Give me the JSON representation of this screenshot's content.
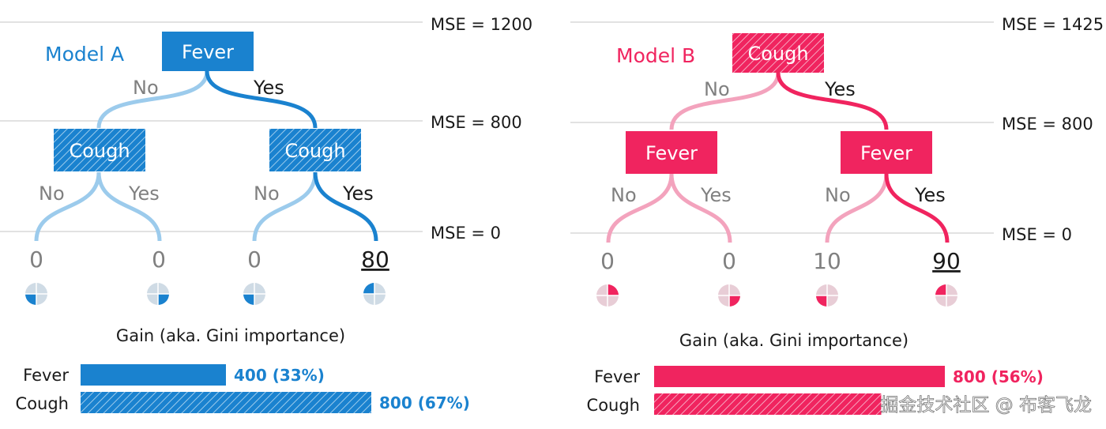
{
  "colors": {
    "blue": "#1a82cf",
    "blue_light": "#9ccbec",
    "pink": "#f0245f",
    "pink_light": "#f3a3bd",
    "gray_text": "#808080",
    "dark_text": "#1a1a1a",
    "guide_line": "#d0d0d0"
  },
  "model_a": {
    "title": "Model A",
    "root": {
      "label": "Fever",
      "fill": "solid",
      "left_branch": "No",
      "right_branch": "Yes"
    },
    "children": [
      {
        "label": "Cough",
        "fill": "hatched",
        "left_branch": "No",
        "right_branch": "Yes"
      },
      {
        "label": "Cough",
        "fill": "hatched",
        "left_branch": "No",
        "right_branch": "Yes"
      }
    ],
    "leaves": [
      "0",
      "0",
      "0",
      "80"
    ],
    "highlighted_leaf": 3,
    "quadrant_highlight": [
      "bottom-left",
      "bottom-right",
      "bottom-left",
      "top-left"
    ],
    "mse_labels": [
      "MSE = 1200",
      "MSE = 800",
      "MSE = 0"
    ],
    "gain_title": "Gain (aka. Gini importance)",
    "gain": [
      {
        "feature": "Fever",
        "value": 400,
        "label": "400 (33%)",
        "fill": "solid"
      },
      {
        "feature": "Cough",
        "value": 800,
        "label": "800 (67%)",
        "fill": "hatched"
      }
    ]
  },
  "model_b": {
    "title": "Model B",
    "root": {
      "label": "Cough",
      "fill": "hatched",
      "left_branch": "No",
      "right_branch": "Yes"
    },
    "children": [
      {
        "label": "Fever",
        "fill": "solid",
        "left_branch": "No",
        "right_branch": "Yes"
      },
      {
        "label": "Fever",
        "fill": "solid",
        "left_branch": "No",
        "right_branch": "Yes"
      }
    ],
    "leaves": [
      "0",
      "0",
      "10",
      "90"
    ],
    "highlighted_leaf": 3,
    "quadrant_highlight": [
      "top-right",
      "bottom-right",
      "bottom-left",
      "top-left"
    ],
    "mse_labels": [
      "MSE = 1425",
      "MSE = 800",
      "MSE = 0"
    ],
    "gain_title": "Gain (aka. Gini importance)",
    "gain": [
      {
        "feature": "Fever",
        "value": 800,
        "label": "800 (56%)",
        "fill": "solid"
      },
      {
        "feature": "Cough",
        "value": 625,
        "label": "",
        "fill": "hatched"
      }
    ]
  },
  "watermark": "掘金技术社区 @ 布客飞龙"
}
